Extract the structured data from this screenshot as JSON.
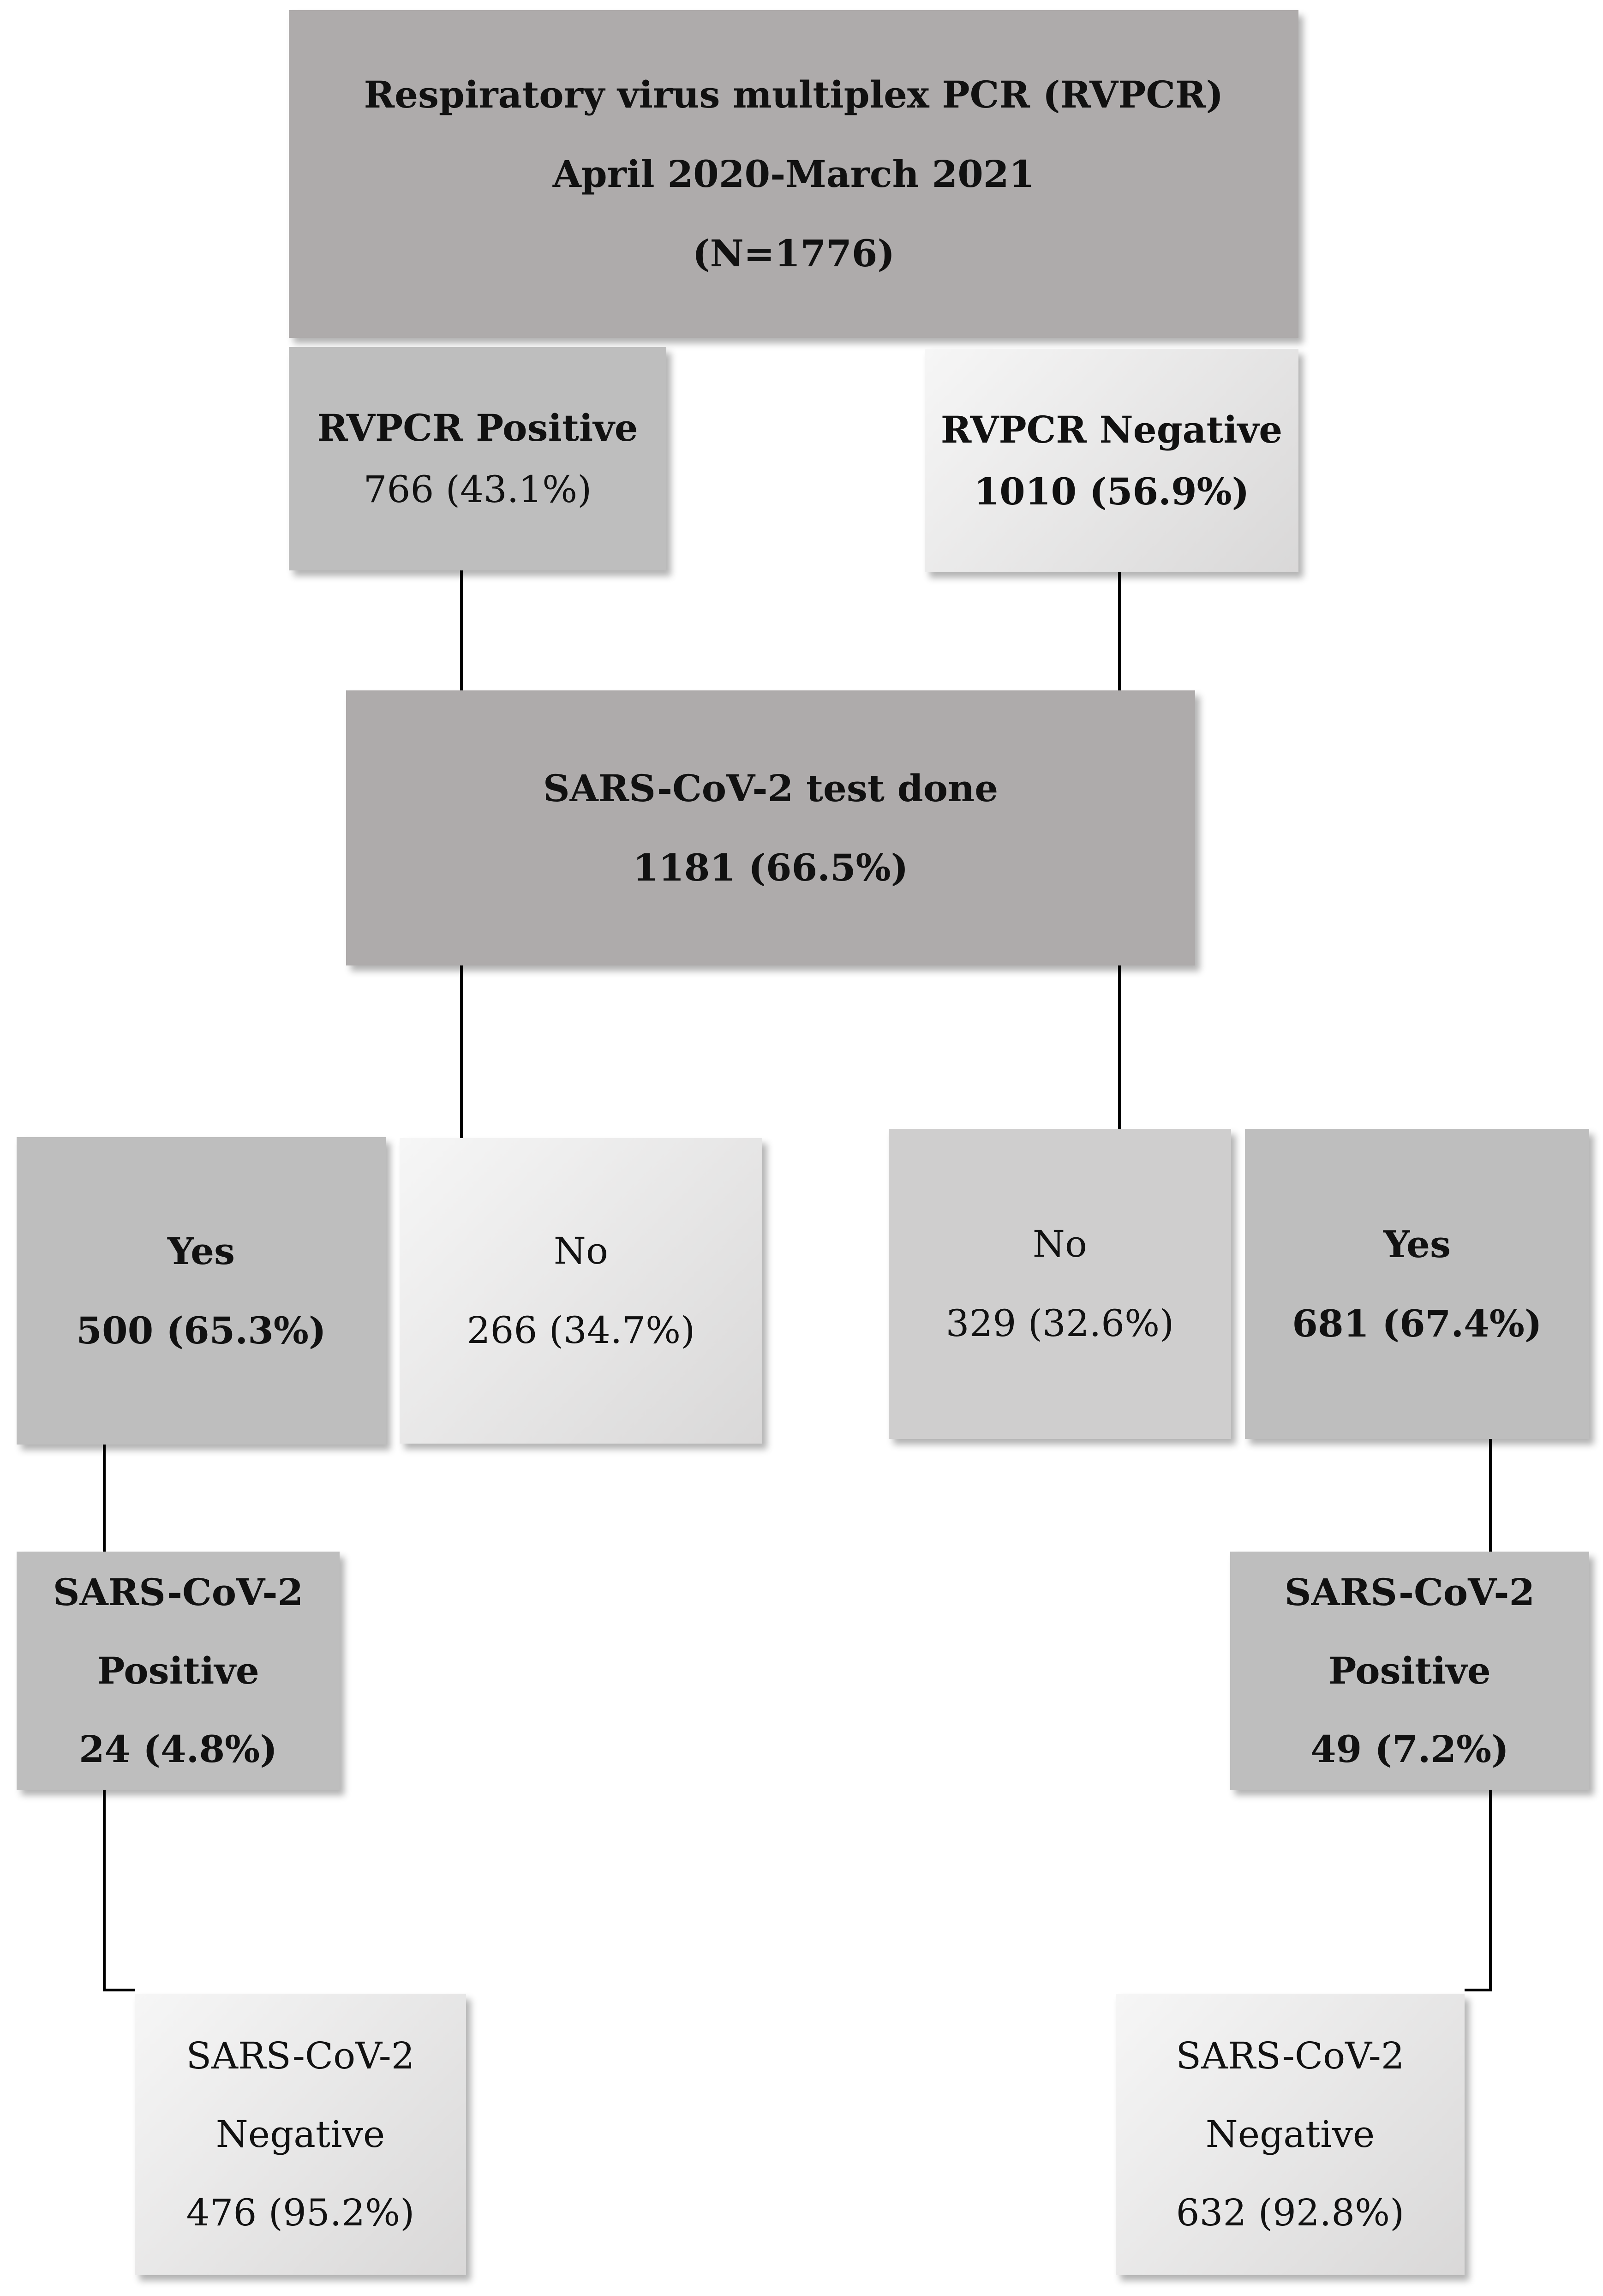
{
  "nodes": {
    "root": {
      "lines": [
        "Respiratory virus multiplex PCR (RVPCR)",
        "April 2020-March 2021",
        "(N=1776)"
      ]
    },
    "rvpcr_positive": {
      "lines": [
        "RVPCR Positive",
        "766 (43.1%)"
      ]
    },
    "rvpcr_negative": {
      "lines": [
        "RVPCR Negative",
        "1010 (56.9%)"
      ]
    },
    "sars_test_done": {
      "lines": [
        "SARS-CoV-2 test done",
        "1181 (66.5%)"
      ]
    },
    "pos_yes": {
      "lines": [
        "Yes",
        "500 (65.3%)"
      ]
    },
    "pos_no": {
      "lines": [
        "No",
        "266 (34.7%)"
      ]
    },
    "neg_no": {
      "lines": [
        "No",
        "329 (32.6%)"
      ]
    },
    "neg_yes": {
      "lines": [
        "Yes",
        "681 (67.4%)"
      ]
    },
    "left_sars_positive": {
      "lines": [
        "SARS-CoV-2",
        "Positive",
        "24 (4.8%)"
      ]
    },
    "right_sars_positive": {
      "lines": [
        "SARS-CoV-2",
        "Positive",
        "49 (7.2%)"
      ]
    },
    "left_sars_negative": {
      "lines": [
        "SARS-CoV-2",
        "Negative",
        "476 (95.2%)"
      ]
    },
    "right_sars_negative": {
      "lines": [
        "SARS-CoV-2",
        "Negative",
        "632 (92.8%)"
      ]
    }
  },
  "colors": {
    "dark_box": "#aeabab",
    "mid_box": "#bebebe",
    "light_box": "#e8e8e8",
    "connector": "#000000"
  }
}
